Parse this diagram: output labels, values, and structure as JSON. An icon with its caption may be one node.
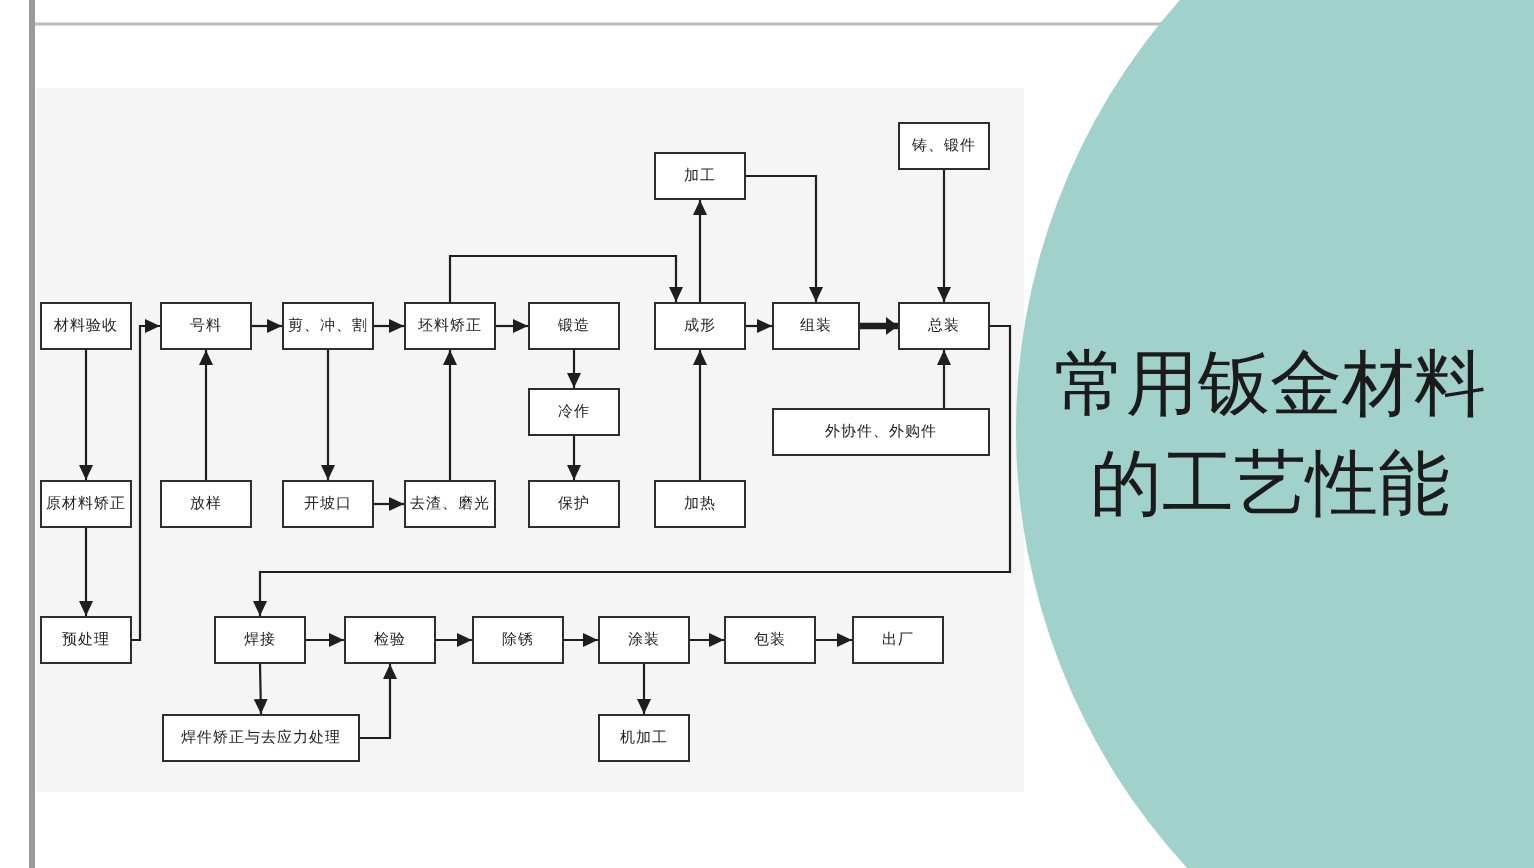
{
  "diagram": {
    "title": "常用钣金材料的工艺性能",
    "nodes": [
      {
        "text": [
          "材料验收"
        ]
      },
      {
        "text": [
          "原材料矫正"
        ]
      },
      {
        "text": [
          "预处理"
        ]
      },
      {
        "text": [
          "号料"
        ]
      },
      {
        "text": [
          "放样"
        ]
      },
      {
        "text": [
          "剪、冲、割"
        ]
      },
      {
        "text": [
          "开坡口"
        ]
      },
      {
        "text": [
          "坯料矫正"
        ]
      },
      {
        "text": [
          "去渣、磨光"
        ]
      },
      {
        "text": [
          "锻造"
        ]
      },
      {
        "text": [
          "冷作"
        ]
      },
      {
        "text": [
          "保护"
        ]
      },
      {
        "text": [
          "加工"
        ]
      },
      {
        "text": [
          "成形"
        ]
      },
      {
        "text": [
          "加热"
        ]
      },
      {
        "text": [
          "组装"
        ]
      },
      {
        "text": [
          "铸、锻件"
        ]
      },
      {
        "text": [
          "总装"
        ]
      },
      {
        "text": [
          "外协件、外购件"
        ]
      },
      {
        "text": [
          "焊接"
        ]
      },
      {
        "text": [
          "检验"
        ]
      },
      {
        "text": [
          "除锈"
        ]
      },
      {
        "text": [
          "涂装"
        ]
      },
      {
        "text": [
          "包装"
        ]
      },
      {
        "text": [
          "出厂"
        ]
      },
      {
        "text": [
          "焊件矫正与去应力处理"
        ]
      },
      {
        "text": [
          "机加工"
        ]
      }
    ],
    "edges": [
      {
        "from": 0,
        "to": 1,
        "arrow": "to"
      },
      {
        "from": 1,
        "to": 2,
        "arrow": "to"
      },
      {
        "from": 2,
        "to": 3,
        "arrow": "to"
      },
      {
        "from": 4,
        "to": 3,
        "arrow": "to"
      },
      {
        "from": 3,
        "to": 5,
        "arrow": "to"
      },
      {
        "from": 5,
        "to": 6,
        "arrow": "to"
      },
      {
        "from": 6,
        "to": 8,
        "arrow": "to"
      },
      {
        "from": 8,
        "to": 7,
        "arrow": "to"
      },
      {
        "from": 5,
        "to": 7,
        "arrow": "to"
      },
      {
        "from": 7,
        "to": 9,
        "arrow": "to"
      },
      {
        "from": 7,
        "to": 13,
        "arrow": "to"
      },
      {
        "from": 9,
        "to": 10,
        "arrow": "to"
      },
      {
        "from": 10,
        "to": 11,
        "arrow": "to"
      },
      {
        "from": 13,
        "to": 12,
        "arrow": "to"
      },
      {
        "from": 14,
        "to": 13,
        "arrow": "to"
      },
      {
        "from": 13,
        "to": 15,
        "arrow": "to"
      },
      {
        "from": 12,
        "to": 15,
        "arrow": "to"
      },
      {
        "from": 15,
        "to": 17,
        "arrow": "to",
        "style": "thick"
      },
      {
        "from": 16,
        "to": 17,
        "arrow": "to"
      },
      {
        "from": 18,
        "to": 17,
        "arrow": "to"
      },
      {
        "from": 17,
        "to": 19,
        "arrow": "to"
      },
      {
        "from": 19,
        "to": 20,
        "arrow": "to"
      },
      {
        "from": 19,
        "to": 25,
        "arrow": "to"
      },
      {
        "from": 25,
        "to": 20,
        "arrow": "to"
      },
      {
        "from": 20,
        "to": 21,
        "arrow": "to"
      },
      {
        "from": 21,
        "to": 22,
        "arrow": "to"
      },
      {
        "from": 22,
        "to": 23,
        "arrow": "to"
      },
      {
        "from": 23,
        "to": 24,
        "arrow": "to"
      },
      {
        "from": 22,
        "to": 26,
        "arrow": "to"
      }
    ]
  }
}
